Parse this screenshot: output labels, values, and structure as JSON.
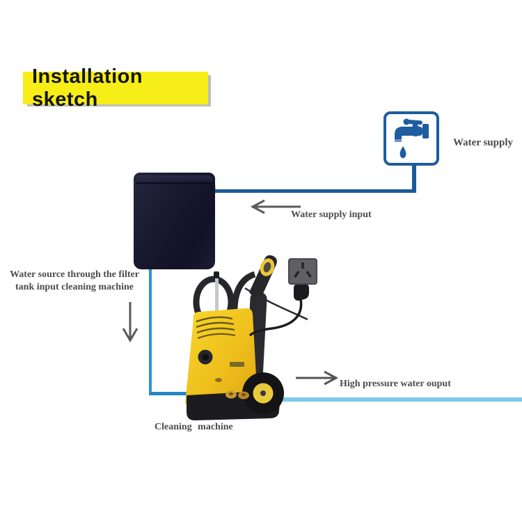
{
  "banner": {
    "text": "Installation sketch",
    "bg_color": "#f6ee16",
    "text_color": "#151515"
  },
  "labels": {
    "water_supply": "Water supply",
    "water_supply_input": "Water supply input",
    "filter_note_line1": "Water source through the filter",
    "filter_note_line2": "tank input cleaning machine",
    "high_pressure_output": "High pressure water ouput",
    "cleaning_machine": "Cleaning machine"
  },
  "icons": {
    "water_supply": "faucet-with-drop-icon",
    "power": "wall-socket-icon",
    "plug": "power-plug-icon",
    "flow_left": "arrow-left-icon",
    "flow_down": "arrow-down-icon",
    "flow_right": "arrow-right-icon"
  },
  "objects": {
    "filter_tank": "dark filter tank",
    "cleaning_machine": "yellow high pressure cleaning machine"
  },
  "colors": {
    "pipe_dark_blue": "#1b5a9b",
    "pipe_medium_blue": "#2e93d2",
    "pipe_light_blue": "#7bcbe9",
    "faucet_blue": "#1d5da0",
    "machine_yellow": "#f0c420",
    "tank_navy": "#1a1a30",
    "arrow_gray": "#5a5a5a",
    "label_gray": "#4c4c4c",
    "banner_yellow": "#f6ee16"
  }
}
